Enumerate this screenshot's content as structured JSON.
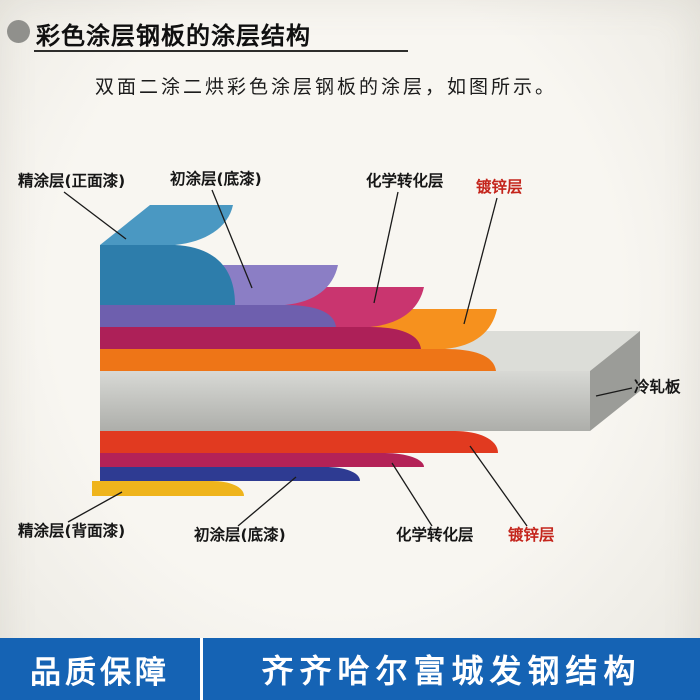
{
  "page": {
    "title": "彩色涂层钢板的涂层结构",
    "subtitle": "双面二涂二烘彩色涂层钢板的涂层，如图所示。"
  },
  "diagram": {
    "labels_top": [
      {
        "text": "精涂层(正面漆)",
        "color": "#161616"
      },
      {
        "text": "初涂层(底漆)",
        "color": "#161616"
      },
      {
        "text": "化学转化层",
        "color": "#161616"
      },
      {
        "text": "镀锌层",
        "color": "#c4251c"
      }
    ],
    "label_right": {
      "text": "冷轧板",
      "color": "#161616"
    },
    "labels_bottom": [
      {
        "text": "精涂层(背面漆)",
        "color": "#161616"
      },
      {
        "text": "初涂层(底漆)",
        "color": "#161616"
      },
      {
        "text": "化学转化层",
        "color": "#161616"
      },
      {
        "text": "镀锌层",
        "color": "#c4251c"
      }
    ],
    "colors": {
      "finish_front_surface": "#4a98c2",
      "finish_front_face": "#2d7dab",
      "primer_top_surface": "#8b7ec5",
      "primer_top_face": "#6e5fae",
      "conversion_top_surface": "#c9356f",
      "conversion_top_face": "#ad2058",
      "zinc_top_surface": "#f6911e",
      "zinc_top_face": "#ee7517",
      "steel_top": "#dcddd8",
      "steel_face_light": "#d8d9d5",
      "steel_face_dark": "#adaeaa",
      "steel_side": "#9b9c98",
      "zinc_bottom": "#e13a20",
      "conversion_bottom": "#b42257",
      "primer_bottom": "#2e3b92",
      "finish_back": "#efb41c"
    }
  },
  "footer": {
    "badge": "品质保障",
    "company": "齐齐哈尔富城发钢结构",
    "bg_color": "#1563b4"
  }
}
